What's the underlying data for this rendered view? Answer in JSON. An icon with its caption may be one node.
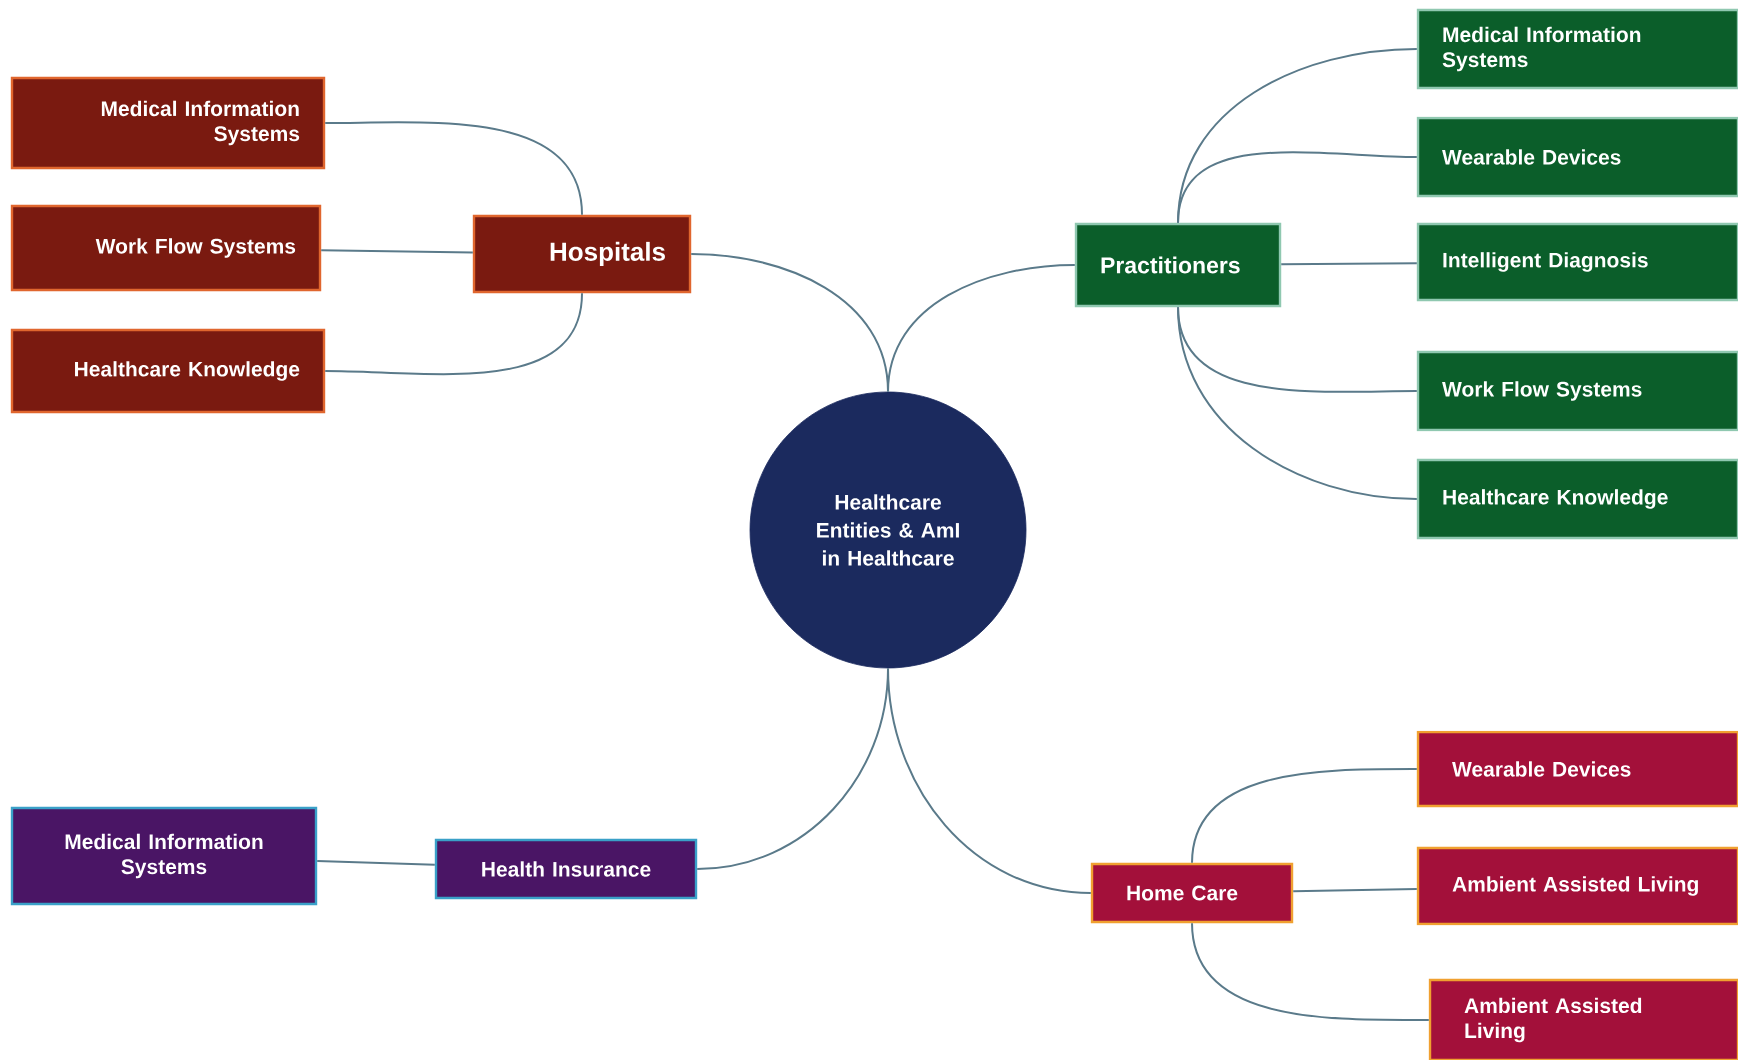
{
  "diagram": {
    "nodes": [
      {
        "text": [
          "Healthcare Entities & AmI in Healthcare"
        ]
      },
      {
        "text": [
          "Hospitals"
        ]
      },
      {
        "text": [
          "Medical Information Systems"
        ]
      },
      {
        "text": [
          "Work Flow Systems"
        ]
      },
      {
        "text": [
          "Healthcare Knowledge"
        ]
      },
      {
        "text": [
          "Practitioners"
        ]
      },
      {
        "text": [
          "Medical Information Systems"
        ]
      },
      {
        "text": [
          "Wearable Devices"
        ]
      },
      {
        "text": [
          "Intelligent Diagnosis"
        ]
      },
      {
        "text": [
          "Work Flow Systems"
        ]
      },
      {
        "text": [
          "Healthcare Knowledge"
        ]
      },
      {
        "text": [
          "Health Insurance"
        ]
      },
      {
        "text": [
          "Medical Information Systems"
        ]
      },
      {
        "text": [
          "Home Care"
        ]
      },
      {
        "text": [
          "Wearable Devices"
        ]
      },
      {
        "text": [
          "Ambient Assisted Living"
        ]
      },
      {
        "text": [
          "Ambient Assisted Living"
        ]
      }
    ],
    "edges": [
      {
        "from": 0,
        "to": 1,
        "arrow": "none"
      },
      {
        "from": 1,
        "to": 2,
        "arrow": "none"
      },
      {
        "from": 1,
        "to": 3,
        "arrow": "none"
      },
      {
        "from": 1,
        "to": 4,
        "arrow": "none"
      },
      {
        "from": 0,
        "to": 5,
        "arrow": "none"
      },
      {
        "from": 5,
        "to": 6,
        "arrow": "none"
      },
      {
        "from": 5,
        "to": 7,
        "arrow": "none"
      },
      {
        "from": 5,
        "to": 8,
        "arrow": "none"
      },
      {
        "from": 5,
        "to": 9,
        "arrow": "none"
      },
      {
        "from": 5,
        "to": 10,
        "arrow": "none"
      },
      {
        "from": 0,
        "to": 11,
        "arrow": "none"
      },
      {
        "from": 11,
        "to": 12,
        "arrow": "none"
      },
      {
        "from": 0,
        "to": 13,
        "arrow": "none"
      },
      {
        "from": 13,
        "to": 14,
        "arrow": "none"
      },
      {
        "from": 13,
        "to": 15,
        "arrow": "none"
      },
      {
        "from": 13,
        "to": 16,
        "arrow": "none"
      }
    ]
  }
}
